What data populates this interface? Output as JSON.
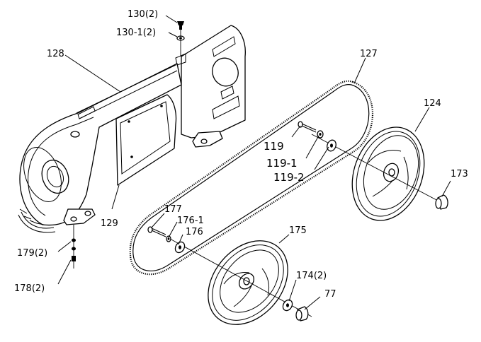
{
  "labels": {
    "p130": "130(2)",
    "p130_1": "130-1(2)",
    "p128": "128",
    "p127": "127",
    "p124": "124",
    "p119": "119",
    "p119_1": "119-1",
    "p119_2": "119-2",
    "p173": "173",
    "p129": "129",
    "p177": "177",
    "p176_1": "176-1",
    "p176": "176",
    "p175": "175",
    "p179": "179(2)",
    "p178": "178(2)",
    "p174": "174(2)",
    "p77": "77"
  }
}
